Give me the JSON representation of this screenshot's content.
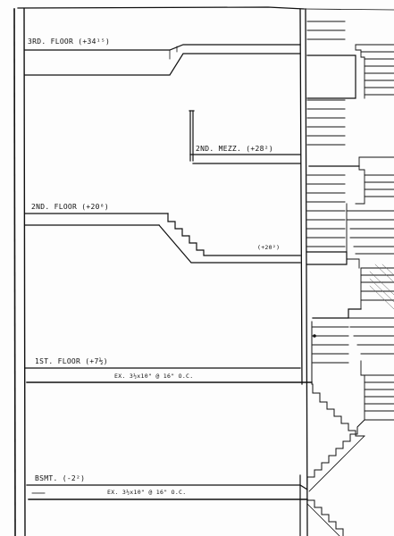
{
  "labels": {
    "third_floor": "3RD. FLOOR (+34¹⁵)",
    "second_mezz": "2ND. MEZZ. (+28²)",
    "second_floor": "2ND. FLOOR (+20⁸)",
    "landing": "(+20²)",
    "first_floor": "1ST. FLOOR (+7½)",
    "joist_upper": "EX. 3½x10\" @ 16\" O.C.",
    "basement": "BSMT. (-2²)",
    "joist_lower": "EX. 3½x10\" @ 16\" O.C."
  },
  "colors": {
    "ink": "#111111",
    "paper": "#fdfdfd"
  }
}
